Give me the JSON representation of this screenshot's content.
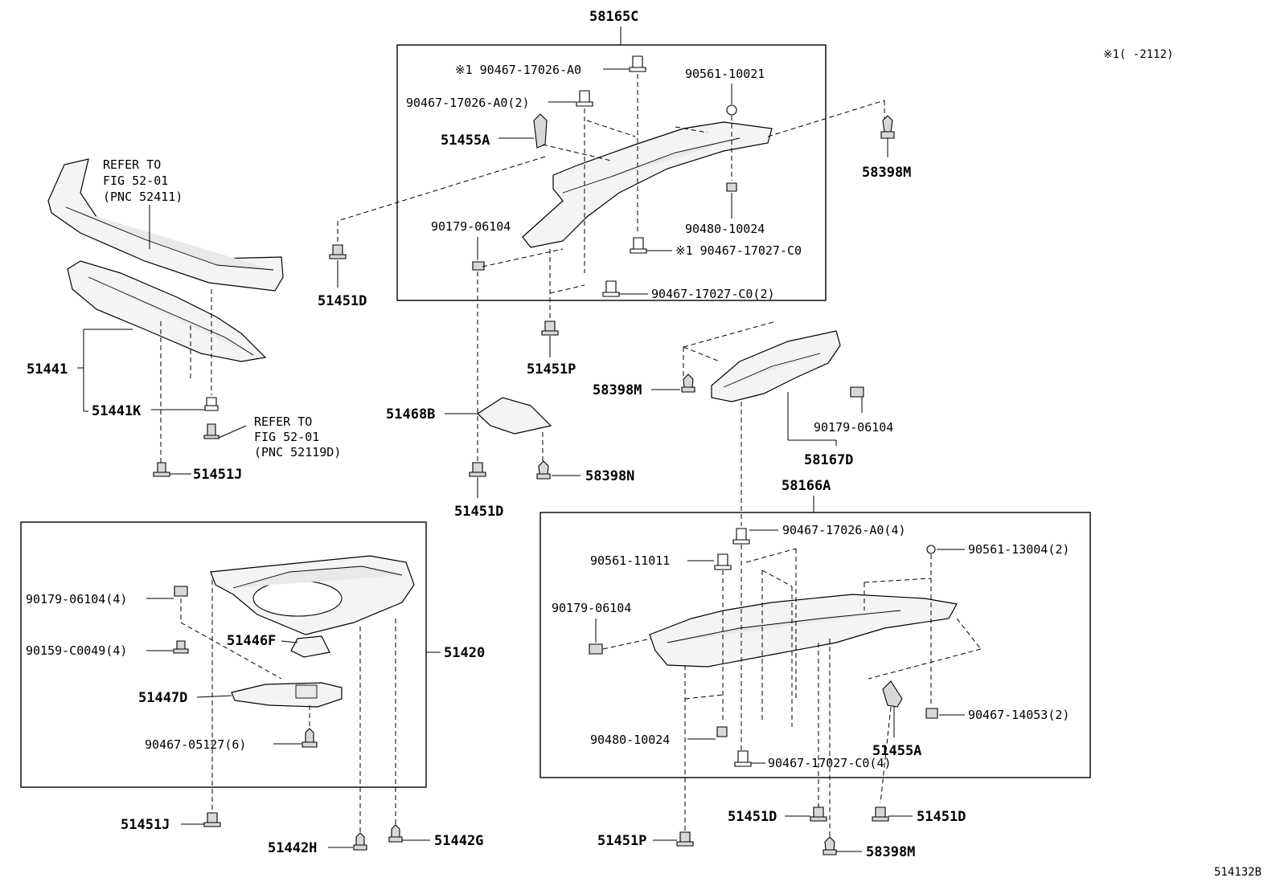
{
  "figure_code": "514132B",
  "note": "※1(      -2112)",
  "groups": {
    "g58165C": "58165C",
    "g58166A": "58166A",
    "g51420": "51420",
    "g58167D": "58167D",
    "g51441": "51441"
  },
  "refers": {
    "r1": [
      "REFER TO",
      "FIG 52-01",
      "(PNC 52411)"
    ],
    "r2": [
      "REFER TO",
      "FIG 52-01",
      "(PNC 52119D)"
    ]
  },
  "labels": {
    "l01": "※1 90467-17026-A0",
    "l02": "90467-17026-A0(2)",
    "l03": "51455A",
    "l04": "90561-10021",
    "l05": "58398M",
    "l06": "90480-10024",
    "l07": "90179-06104",
    "l08": "※1 90467-17027-C0",
    "l09": "90467-17027-C0(2)",
    "l10": "51451D",
    "l11": "51451P",
    "l12": "51468B",
    "l13": "51451D",
    "l14": "58398N",
    "l15": "58398M",
    "l16": "90179-06104",
    "l17": "51441K",
    "l18": "51451J",
    "l19": "90467-17026-A0(4)",
    "l20": "90561-11011",
    "l21": "90561-13004(2)",
    "l22": "90179-06104",
    "l23": "90480-10024",
    "l24": "90467-17027-C0(4)",
    "l25": "90467-14053(2)",
    "l26": "51455A",
    "l27": "51451D",
    "l28": "51451D",
    "l29": "51451P",
    "l30": "58398M",
    "l31": "90179-06104(4)",
    "l32": "90159-C0049(4)",
    "l33": "51446F",
    "l34": "51447D",
    "l35": "90467-05127(6)",
    "l36": "51451J",
    "l37": "51442H",
    "l38": "51442G"
  }
}
